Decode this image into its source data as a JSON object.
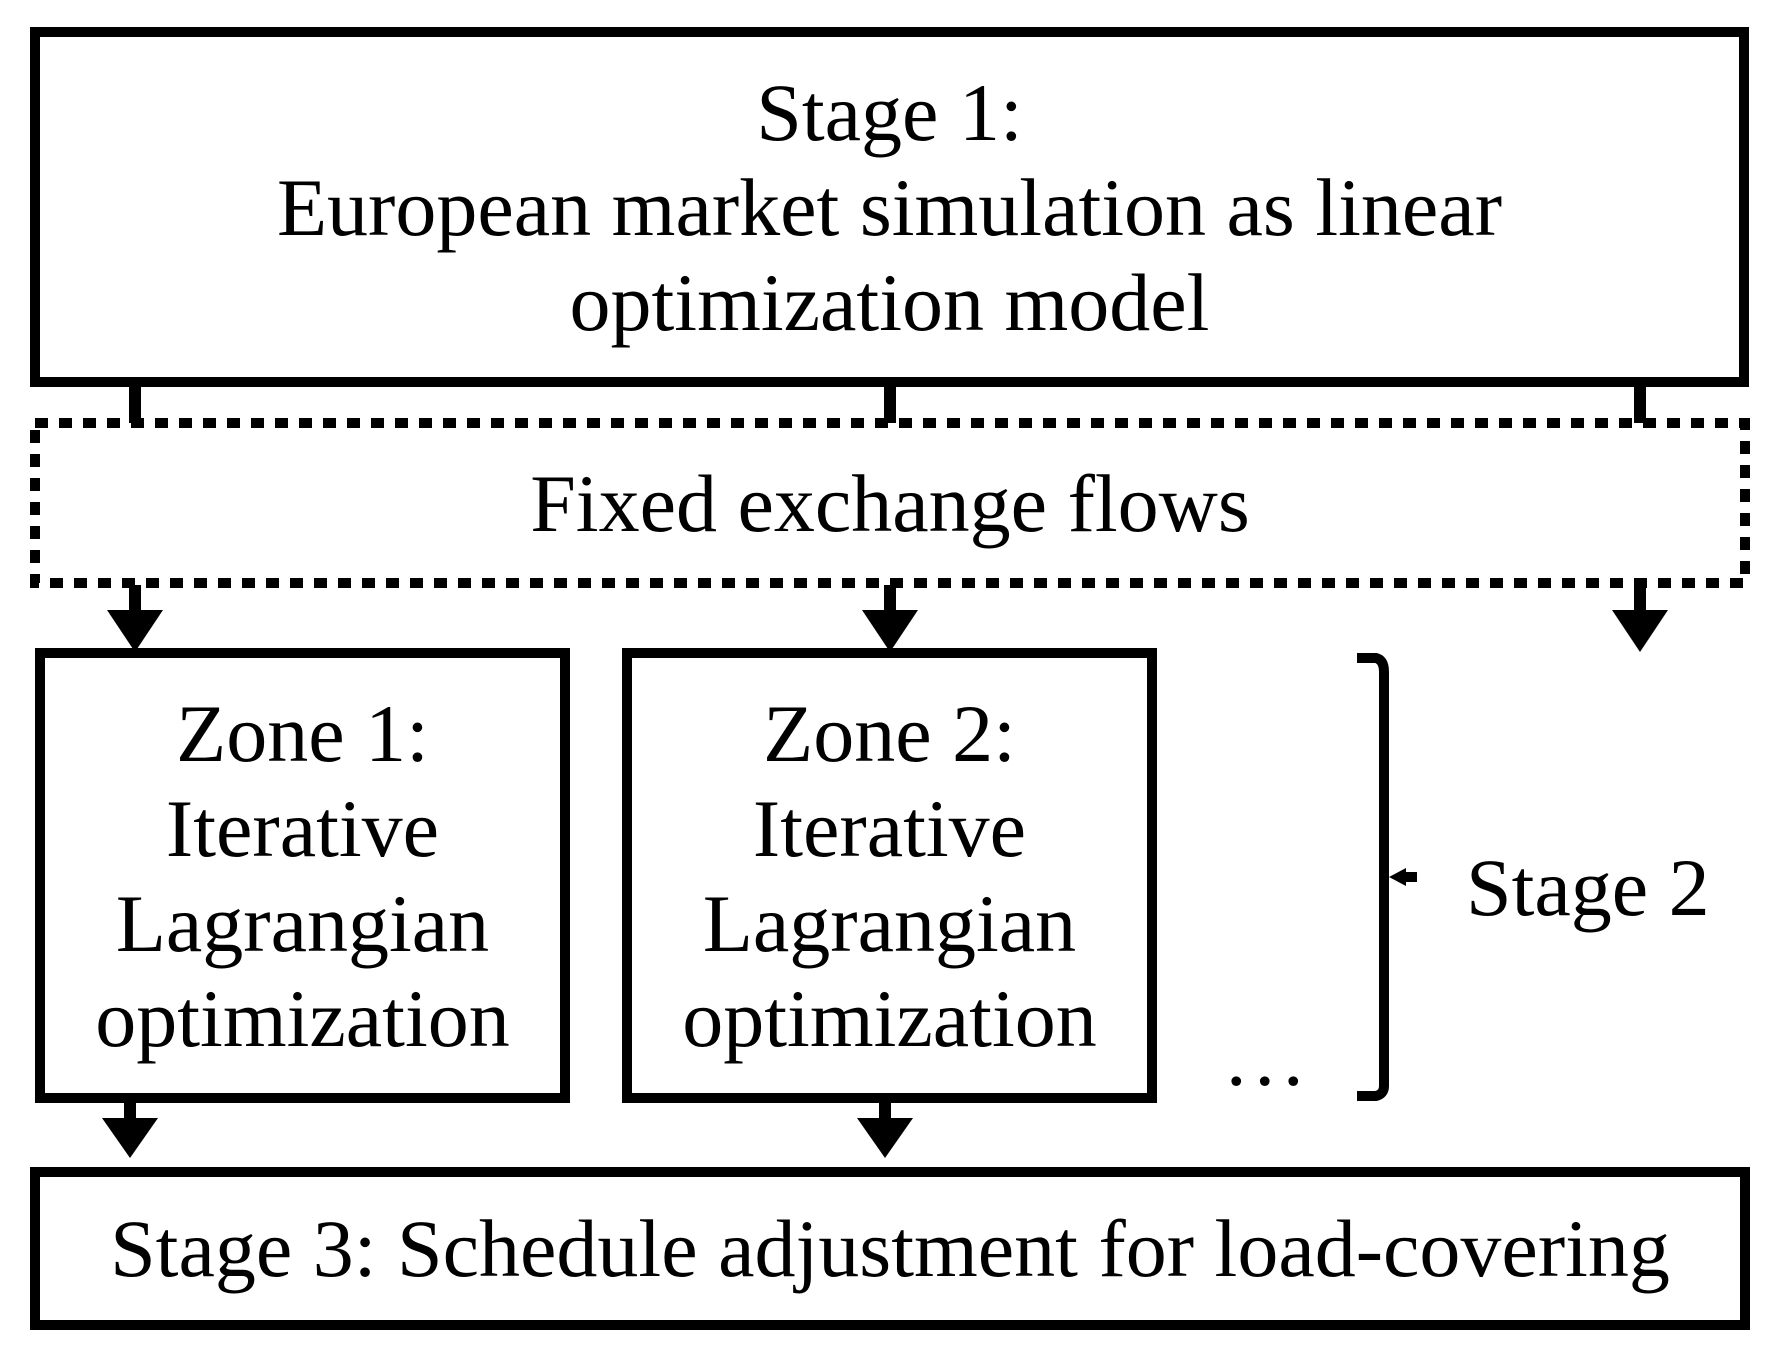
{
  "colors": {
    "ink": "#000000",
    "background": "#ffffff"
  },
  "stage1_box": {
    "lines": [
      "Stage 1:",
      "European market simulation as linear",
      "optimization model"
    ]
  },
  "exchange_box": {
    "label": "Fixed exchange flows"
  },
  "zone1_box": {
    "lines": [
      "Zone 1:",
      "Iterative",
      "Lagrangian",
      "optimization"
    ]
  },
  "zone2_box": {
    "lines": [
      "Zone 2:",
      "Iterative",
      "Lagrangian",
      "optimization"
    ]
  },
  "more_zones_ellipsis": "...",
  "stage2_label": "Stage 2",
  "stage3_box": {
    "label": "Stage 3: Schedule adjustment for load-covering"
  }
}
